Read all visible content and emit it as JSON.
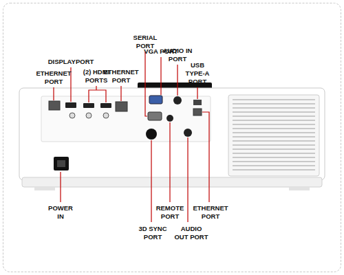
{
  "diagram": {
    "labels": [
      "ETHERNET PORT",
      "DISPLAYPORT",
      "(2) HDMI PORTS",
      "ETHERNET PORT",
      "SERIAL PORT",
      "VGA PORT",
      "AUDIO IN PORT",
      "USB TYPE-A PORT",
      "POWER IN",
      "3D SYNC PORT",
      "REMOTE PORT",
      "AUDIO OUT PORT",
      "ETHERNET PORT"
    ]
  }
}
